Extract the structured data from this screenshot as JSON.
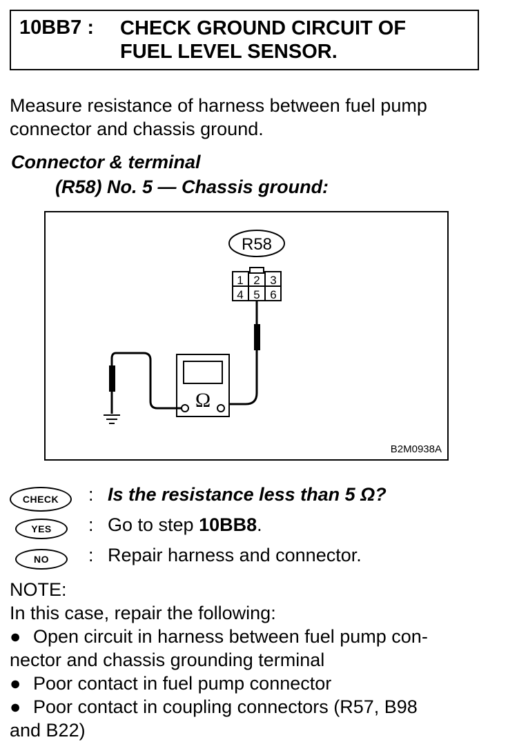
{
  "header": {
    "step_id": "10BB7 :",
    "title_line1": "CHECK GROUND CIRCUIT OF",
    "title_line2": "FUEL LEVEL SENSOR."
  },
  "instruction": {
    "line1": "Measure resistance of harness between fuel pump",
    "line2": "connector and chassis ground."
  },
  "connector": {
    "heading": "Connector & terminal",
    "detail": "(R58) No. 5 — Chassis ground:"
  },
  "figure": {
    "connector_label": "R58",
    "pins_top": [
      "1",
      "2",
      "3"
    ],
    "pins_bottom": [
      "4",
      "5",
      "6"
    ],
    "meter_symbol": "Ω",
    "code": "B2M0938A"
  },
  "checks": {
    "check_badge": "CHECK",
    "yes_badge": "YES",
    "no_badge": "NO",
    "colon": ":",
    "question": "Is the resistance less than 5 Ω?",
    "yes_prefix": "Go to step ",
    "yes_step": "10BB8",
    "yes_suffix": ".",
    "no_text": "Repair harness and connector."
  },
  "note": {
    "heading": "NOTE:",
    "intro": "In this case, repair the following:",
    "bullet_symbol": "●",
    "item1_line1": "Open circuit in harness between fuel pump con-",
    "item1_line2": "nector and chassis grounding terminal",
    "item2": "Poor contact in fuel pump connector",
    "item3_line1": "Poor contact in coupling connectors (R57, B98",
    "item3_line2": "and B22)"
  }
}
